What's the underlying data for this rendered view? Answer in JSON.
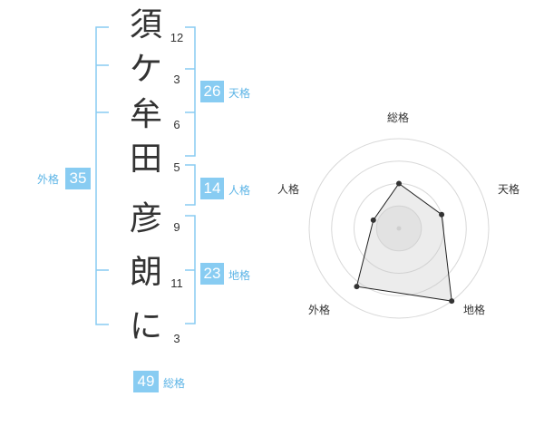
{
  "name": {
    "chars": [
      "須",
      "ケ",
      "牟",
      "田",
      "彦",
      "朗",
      "に"
    ],
    "strokes": [
      "12",
      "3",
      "6",
      "5",
      "9",
      "11",
      "3"
    ]
  },
  "fortune": {
    "tenkaku": {
      "value": "26",
      "label": "天格"
    },
    "jinkaku": {
      "value": "14",
      "label": "人格"
    },
    "chikaku": {
      "value": "23",
      "label": "地格"
    },
    "gaikaku": {
      "value": "35",
      "label": "外格"
    },
    "soukaku": {
      "value": "49",
      "label": "総格"
    }
  },
  "colors": {
    "accent": "#88ccf2",
    "bracket": "#88ccf2",
    "text": "#333333"
  },
  "chart_data": {
    "type": "radar",
    "axes": [
      "総格",
      "天格",
      "地格",
      "外格",
      "人格"
    ],
    "values": [
      0.5,
      0.5,
      1.0,
      0.8,
      0.3
    ],
    "rings": 4,
    "range": [
      0,
      1
    ]
  }
}
